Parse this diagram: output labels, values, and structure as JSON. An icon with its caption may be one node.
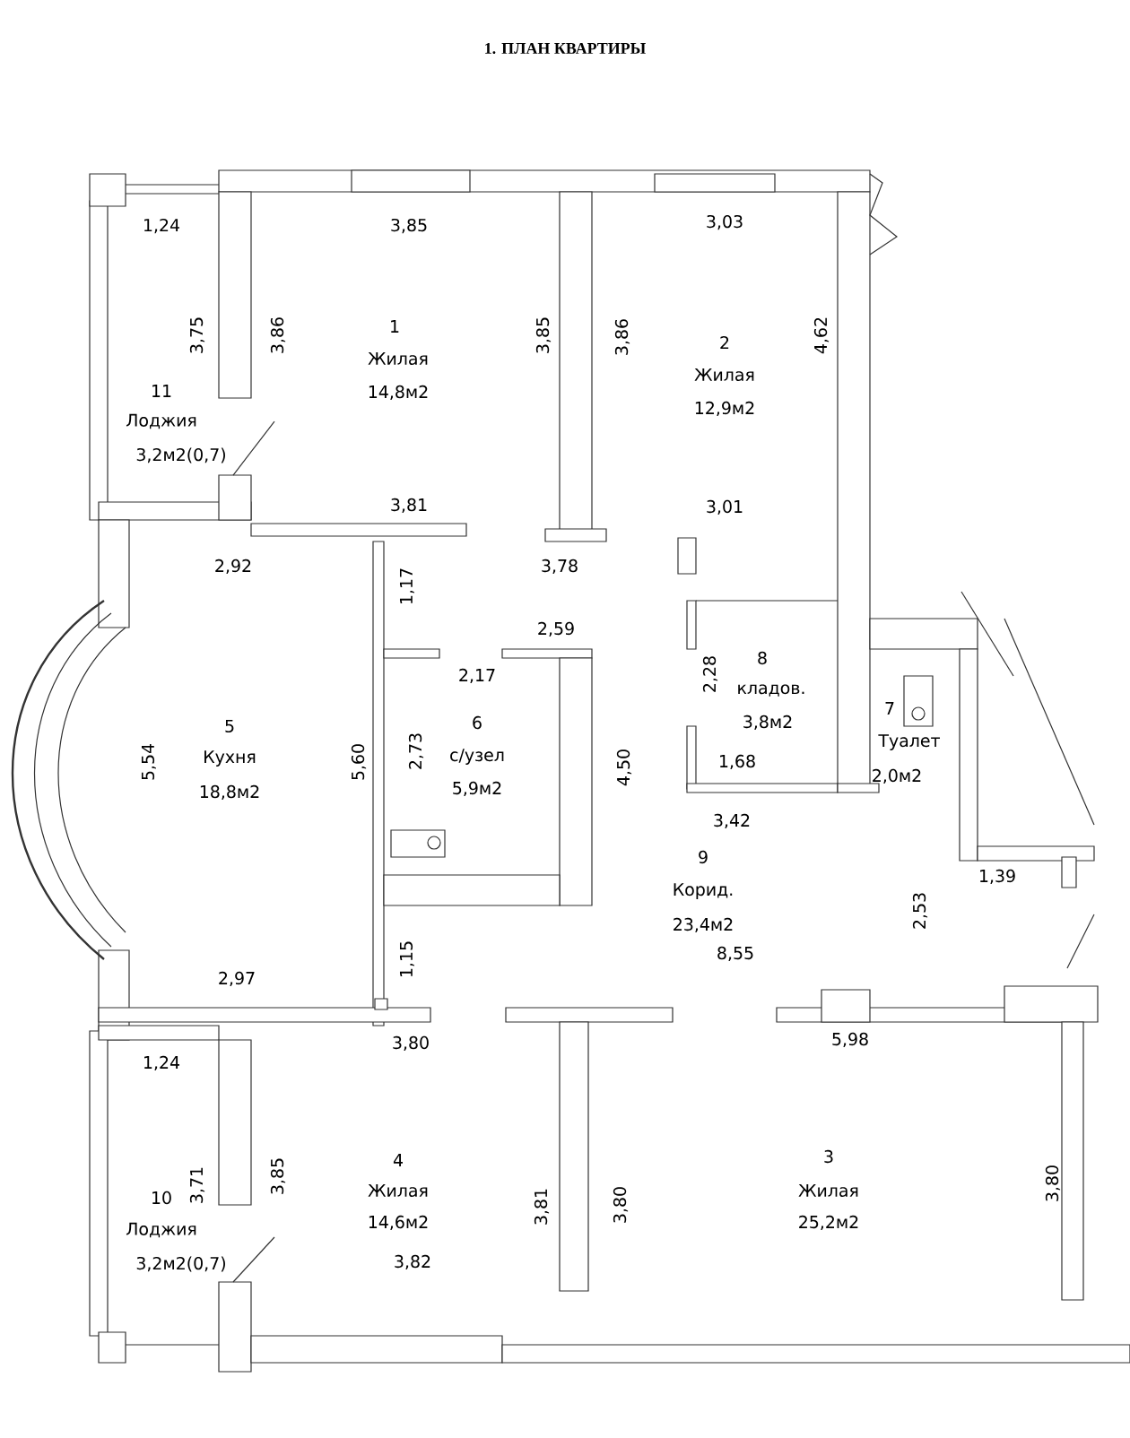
{
  "diagram": {
    "title": "1. ПЛАН КВАРТИРЫ",
    "labels": [
      "1,24",
      "3,85",
      "3,03",
      "3,75",
      "3,86",
      "3,85",
      "3,86",
      "4,62",
      "1",
      "Жилая",
      "14,8м2",
      "2",
      "Жилая",
      "12,9м2",
      "11",
      "Лоджия",
      "3,2м2(0,7)",
      "3,81",
      "3,01",
      "2,92",
      "3,78",
      "1,17",
      "2,59",
      "2,17",
      "2,28",
      "8",
      "кладов.",
      "3,8м2",
      "7",
      "Туалет",
      "2,0м2",
      "5",
      "Кухня",
      "18,8м2",
      "5,54",
      "5,60",
      "2,73",
      "6",
      "с/узел",
      "5,9м2",
      "4,50",
      "1,68",
      "3,42",
      "9",
      "Корид.",
      "23,4м2",
      "1,39",
      "2,53",
      "1,15",
      "8,55",
      "2,97",
      "3,80",
      "5,98",
      "1,24",
      "4",
      "Жилая",
      "14,6м2",
      "3",
      "Жилая",
      "25,2м2",
      "3,71",
      "3,85",
      "3,81",
      "3,80",
      "3,80",
      "10",
      "Лоджия",
      "3,2м2(0,7)",
      "3,82"
    ]
  }
}
